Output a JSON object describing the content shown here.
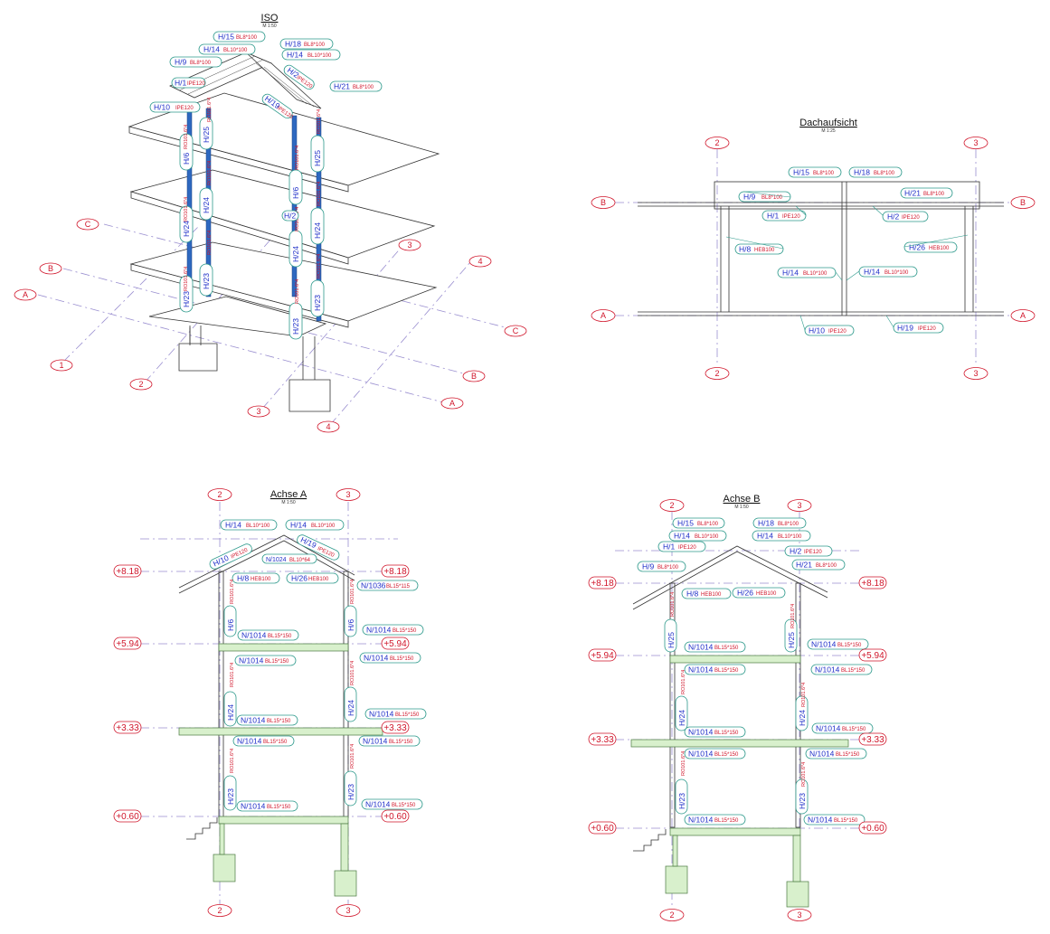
{
  "views": {
    "iso": {
      "title": "ISO",
      "scale": "M 1:50"
    },
    "roof": {
      "title": "Dachaufsicht",
      "scale": "M 1:25"
    },
    "achseA": {
      "title": "Achse A",
      "scale": "M 1:50"
    },
    "achseB": {
      "title": "Achse B",
      "scale": "M 1:50"
    }
  },
  "grid": {
    "A": "A",
    "B": "B",
    "C": "C",
    "n1": "1",
    "n2": "2",
    "n3": "3",
    "n4": "4"
  },
  "levels": {
    "l818": "+8.18",
    "l594": "+5.94",
    "l333": "+3.33",
    "l060": "+0.60"
  },
  "sections": {
    "bl8": "BL8*100",
    "bl10": "BL10*100",
    "ipe": "IPE120",
    "heb": "HEB100",
    "bl15": "BL15*150",
    "bl15x115": "BL15*115",
    "bl10x64": "BL10*64",
    "ro": "RO101.6*4"
  },
  "members": {
    "H1": "H/1",
    "H2": "H/2",
    "H6": "H/6",
    "H8": "H/8",
    "H9": "H/9",
    "H10": "H/10",
    "H14": "H/14",
    "H15": "H/15",
    "H18": "H/18",
    "H19": "H/19",
    "H21": "H/21",
    "H23": "H/23",
    "H24": "H/24",
    "H25": "H/25",
    "H26": "H/26",
    "N1014": "N/1014",
    "N1024": "N/1024",
    "N1036": "N/1036"
  },
  "colors": {
    "grid": "#9a8fd0",
    "red": "#d0152a",
    "blue": "#1f2fc8",
    "teal": "#2e9a8c",
    "slab": "#d8f0cc",
    "column": "#2e68c0"
  }
}
